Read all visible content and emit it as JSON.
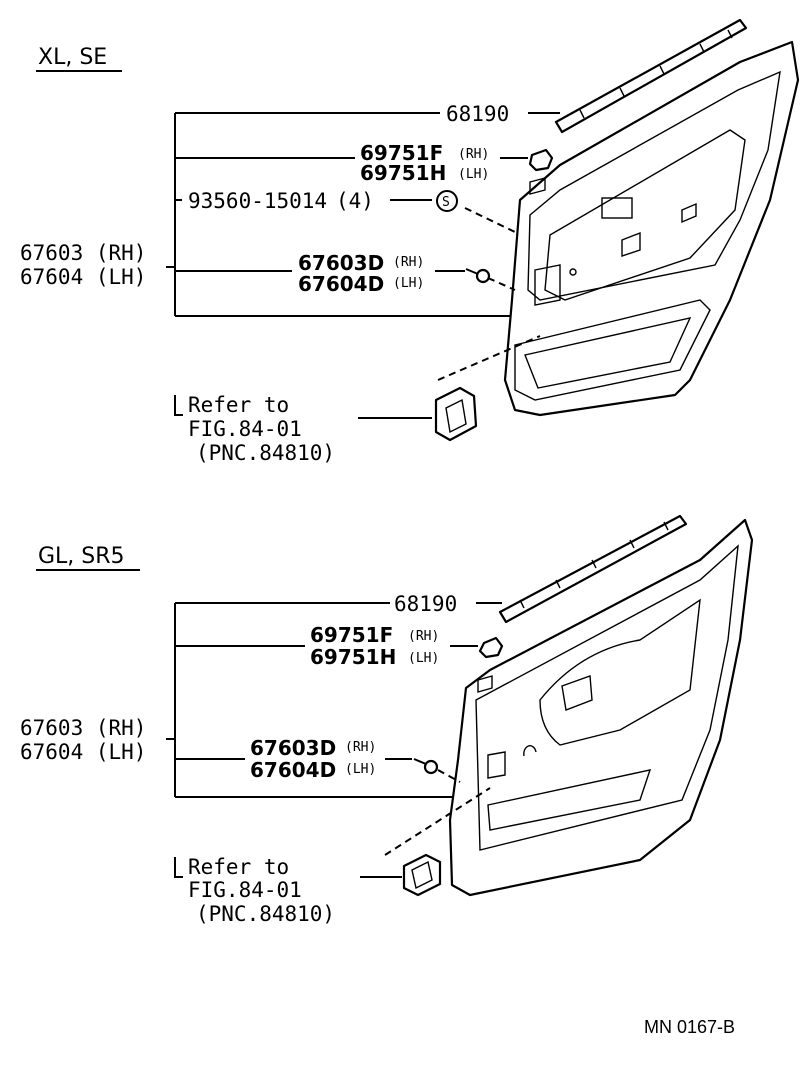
{
  "sections": [
    {
      "header": "XL, SE",
      "leader_part": "68190",
      "clip_upper": {
        "part": "69751F",
        "side": "(RH)"
      },
      "clip_lower": {
        "part": "69751H",
        "side": "(LH)"
      },
      "screw_part": "93560-15014",
      "screw_qty": "(4)",
      "screw_symbol": "S",
      "board_rh": "67603 (RH)",
      "board_lh": "67604 (LH)",
      "fastener_upper": {
        "part": "67603D",
        "side": "(RH)"
      },
      "fastener_lower": {
        "part": "67604D",
        "side": "(LH)"
      },
      "refer_lines": [
        "Refer to",
        "FIG.84-01",
        "(PNC.84810)"
      ]
    },
    {
      "header": "GL, SR5",
      "leader_part": "68190",
      "clip_upper": {
        "part": "69751F",
        "side": "(RH)"
      },
      "clip_lower": {
        "part": "69751H",
        "side": "(LH)"
      },
      "board_rh": "67603 (RH)",
      "board_lh": "67604 (LH)",
      "fastener_upper": {
        "part": "67603D",
        "side": "(RH)"
      },
      "fastener_lower": {
        "part": "67604D",
        "side": "(LH)"
      },
      "refer_lines": [
        "Refer to",
        "FIG.84-01",
        "(PNC.84810)"
      ]
    }
  ],
  "footer_code": "MN  0167-B"
}
